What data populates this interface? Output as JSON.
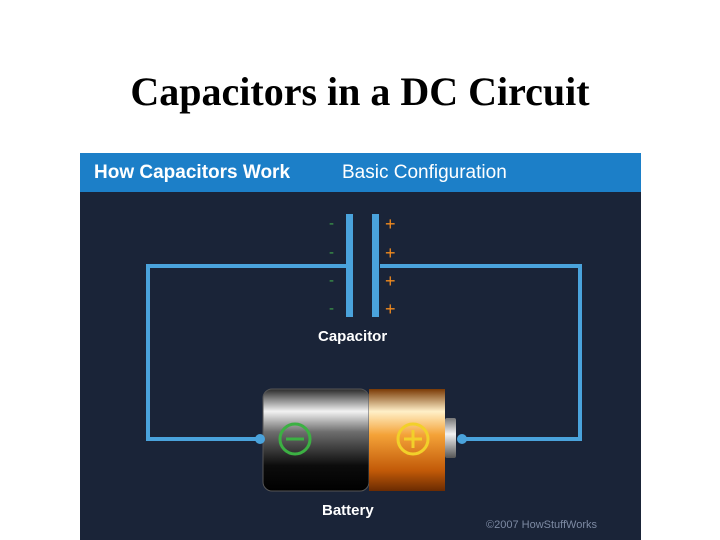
{
  "slide": {
    "title": "Capacitors in a DC Circuit"
  },
  "figure": {
    "header_bold": "How Capacitors Work",
    "header_light": "Basic Configuration",
    "capacitor_label": "Capacitor",
    "battery_label": "Battery",
    "copyright": "©2007 HowStuffWorks",
    "plate_signs": {
      "left": [
        "-",
        "-",
        "-",
        "-"
      ],
      "right": [
        "+",
        "+",
        "+",
        "+"
      ]
    }
  },
  "colors": {
    "wire": "#4aa3dc",
    "figure_background": "#1a2438",
    "header_background": "#1c7fc8",
    "negative_sign": "#3fa04a",
    "positive_sign": "#f08a1e",
    "battery_negative_terminal": "#3cb043",
    "battery_positive_terminal": "#f2d02a"
  },
  "icons": {
    "battery_negative": "circle-minus-icon",
    "battery_positive": "circle-plus-icon"
  }
}
